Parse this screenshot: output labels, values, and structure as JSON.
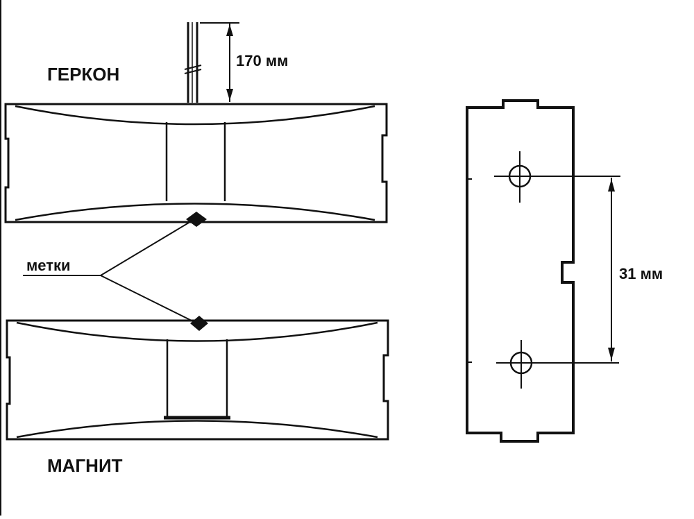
{
  "labels": {
    "reed_switch": "ГЕРКОН",
    "magnet": "МАГНИТ",
    "marks": "метки"
  },
  "dimensions": {
    "cable_length": "170 мм",
    "hole_spacing": "31 мм"
  },
  "colors": {
    "line": "#111111",
    "background": "#ffffff"
  }
}
